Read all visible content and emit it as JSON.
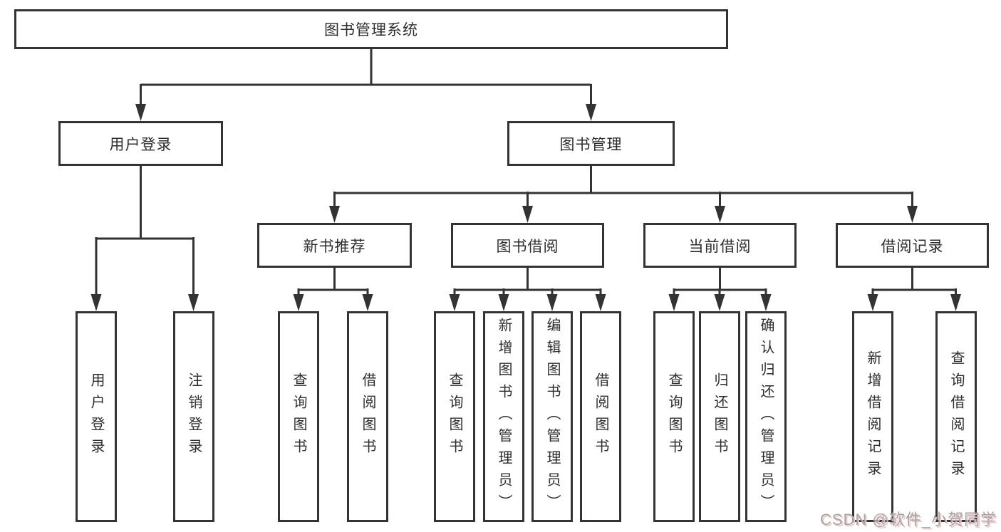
{
  "colors": {
    "background": "#ffffff",
    "line": "#333333",
    "box_border": "#333333",
    "text": "#2d2d2d",
    "watermark": "#a6a6a6",
    "watermark_shadow": "#eec4c4"
  },
  "watermark": {
    "text": "CSDN @软件_小贺同学"
  },
  "tree": {
    "label": "图书管理系统",
    "children": [
      {
        "label": "用户登录",
        "children": [
          {
            "label": "用户登录"
          },
          {
            "label": "注销登录"
          }
        ]
      },
      {
        "label": "图书管理",
        "children": [
          {
            "label": "新书推荐",
            "children": [
              {
                "label": "查询图书"
              },
              {
                "label": "借阅图书"
              }
            ]
          },
          {
            "label": "图书借阅",
            "children": [
              {
                "label": "查询图书"
              },
              {
                "label": "新增图书（管理员）"
              },
              {
                "label": "编辑图书（管理员）"
              },
              {
                "label": "借阅图书"
              }
            ]
          },
          {
            "label": "当前借阅",
            "children": [
              {
                "label": "查询图书"
              },
              {
                "label": "归还图书"
              },
              {
                "label": "确认归还（管理员）"
              }
            ]
          },
          {
            "label": "借阅记录",
            "children": [
              {
                "label": "新增借阅记录"
              },
              {
                "label": "查询借阅记录"
              }
            ]
          }
        ]
      }
    ]
  }
}
